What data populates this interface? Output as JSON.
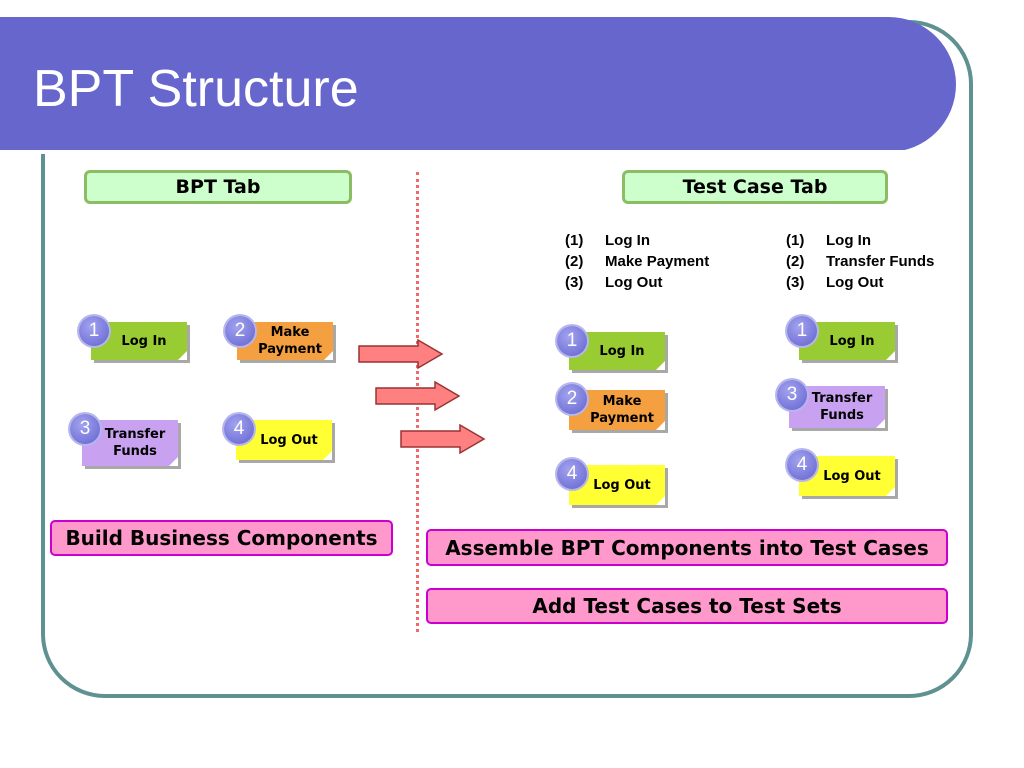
{
  "slide": {
    "title": "BPT Structure"
  },
  "colors": {
    "title_banner": "#6666cc",
    "frame_border": "#5f9191",
    "divider": "#ef6b6b",
    "tab_fill": "#ccffcc",
    "tab_border": "#8cbc63",
    "caption_fill": "#ff99cc",
    "caption_border": "#cc00cc",
    "arrow_fill": "#ff8080",
    "arrow_stroke": "#993333",
    "badge": "#6666cc",
    "green": "#99cc33",
    "orange": "#f5a040",
    "lavender": "#c8a2f0",
    "yellow": "#ffff33"
  },
  "left_panel": {
    "tab_label": "BPT Tab",
    "components": [
      {
        "number": "1",
        "label": "Log In",
        "color": "#99cc33"
      },
      {
        "number": "2",
        "label": "Make Payment",
        "color": "#f5a040"
      },
      {
        "number": "3",
        "label": "Transfer Funds",
        "color": "#c8a2f0"
      },
      {
        "number": "4",
        "label": "Log Out",
        "color": "#ffff33"
      }
    ],
    "caption": "Build Business Components"
  },
  "right_panel": {
    "tab_label": "Test Case Tab",
    "test_cases": [
      {
        "steps": [
          {
            "num": "(1)",
            "label": "Log In"
          },
          {
            "num": "(2)",
            "label": "Make Payment"
          },
          {
            "num": "(3)",
            "label": "Log Out"
          }
        ],
        "components": [
          {
            "number": "1",
            "label": "Log In",
            "color": "#99cc33"
          },
          {
            "number": "2",
            "label": "Make Payment",
            "color": "#f5a040"
          },
          {
            "number": "4",
            "label": "Log Out",
            "color": "#ffff33"
          }
        ]
      },
      {
        "steps": [
          {
            "num": "(1)",
            "label": "Log In"
          },
          {
            "num": "(2)",
            "label": "Transfer Funds"
          },
          {
            "num": "(3)",
            "label": "Log Out"
          }
        ],
        "components": [
          {
            "number": "1",
            "label": "Log In",
            "color": "#99cc33"
          },
          {
            "number": "3",
            "label": "Transfer Funds",
            "color": "#c8a2f0"
          },
          {
            "number": "4",
            "label": "Log Out",
            "color": "#ffff33"
          }
        ]
      }
    ],
    "captions": [
      "Assemble BPT Components into Test Cases",
      "Add Test Cases to Test Sets"
    ]
  }
}
